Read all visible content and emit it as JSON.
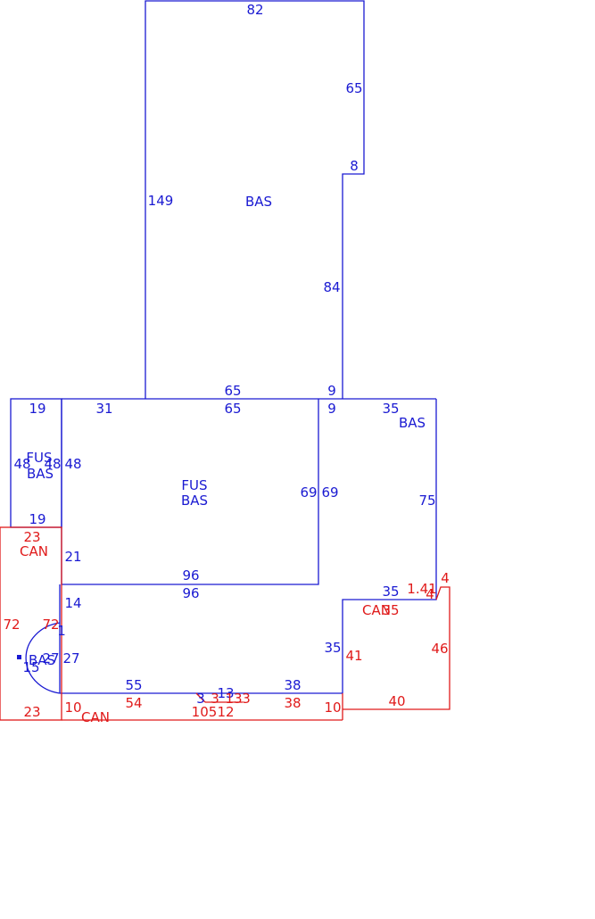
{
  "colors": {
    "bas": "#1a1ad2",
    "can": "#e01a1a"
  },
  "sketch": {
    "labels": [
      {
        "key": "t82",
        "text": "82",
        "color": "blue"
      },
      {
        "key": "t65a",
        "text": "65",
        "color": "blue"
      },
      {
        "key": "t8",
        "text": "8",
        "color": "blue"
      },
      {
        "key": "t149",
        "text": "149",
        "color": "blue"
      },
      {
        "key": "basMain",
        "text": "BAS",
        "color": "blue"
      },
      {
        "key": "t84",
        "text": "84",
        "color": "blue"
      },
      {
        "key": "t65b",
        "text": "65",
        "color": "blue"
      },
      {
        "key": "t9a",
        "text": "9",
        "color": "blue"
      },
      {
        "key": "t19a",
        "text": "19",
        "color": "blue"
      },
      {
        "key": "t31",
        "text": "31",
        "color": "blue"
      },
      {
        "key": "t65c",
        "text": "65",
        "color": "blue"
      },
      {
        "key": "t9b",
        "text": "9",
        "color": "blue"
      },
      {
        "key": "t35a",
        "text": "35",
        "color": "blue"
      },
      {
        "key": "basRight",
        "text": "BAS",
        "color": "blue"
      },
      {
        "key": "t48a",
        "text": "48",
        "color": "blue"
      },
      {
        "key": "fusLeft",
        "text": "FUS",
        "color": "blue"
      },
      {
        "key": "t48b",
        "text": "48",
        "color": "blue"
      },
      {
        "key": "basLeft",
        "text": "BAS",
        "color": "blue"
      },
      {
        "key": "t48c",
        "text": "48",
        "color": "blue"
      },
      {
        "key": "fusMid",
        "text": "FUS",
        "color": "blue"
      },
      {
        "key": "basMid",
        "text": "BAS",
        "color": "blue"
      },
      {
        "key": "t69a",
        "text": "69",
        "color": "blue"
      },
      {
        "key": "t69b",
        "text": "69",
        "color": "blue"
      },
      {
        "key": "t75",
        "text": "75",
        "color": "blue"
      },
      {
        "key": "t19b",
        "text": "19",
        "color": "blue"
      },
      {
        "key": "t23a",
        "text": "23",
        "color": "red"
      },
      {
        "key": "canLeft",
        "text": "CAN",
        "color": "red"
      },
      {
        "key": "t21",
        "text": "21",
        "color": "blue"
      },
      {
        "key": "t96a",
        "text": "96",
        "color": "blue"
      },
      {
        "key": "t96b",
        "text": "96",
        "color": "blue"
      },
      {
        "key": "t4a",
        "text": "4",
        "color": "red"
      },
      {
        "key": "t35b",
        "text": "35",
        "color": "blue"
      },
      {
        "key": "t141",
        "text": "1.41",
        "color": "red"
      },
      {
        "key": "t14",
        "text": "14",
        "color": "blue"
      },
      {
        "key": "canRight",
        "text": "CAN",
        "color": "red"
      },
      {
        "key": "t35c",
        "text": "35",
        "color": "red"
      },
      {
        "key": "t4b",
        "text": "4",
        "color": "red"
      },
      {
        "key": "t72a",
        "text": "72",
        "color": "red"
      },
      {
        "key": "t72b",
        "text": "72",
        "color": "red"
      },
      {
        "key": "t1",
        "text": "1",
        "color": "blue"
      },
      {
        "key": "t46",
        "text": "46",
        "color": "red"
      },
      {
        "key": "t35d",
        "text": "35",
        "color": "blue"
      },
      {
        "key": "t41",
        "text": "41",
        "color": "red"
      },
      {
        "key": "basSmall",
        "text": "BAS",
        "color": "blue"
      },
      {
        "key": "t27a",
        "text": "27",
        "color": "blue"
      },
      {
        "key": "t27b",
        "text": "27",
        "color": "blue"
      },
      {
        "key": "t15",
        "text": "15",
        "color": "blue"
      },
      {
        "key": "t55",
        "text": "55",
        "color": "blue"
      },
      {
        "key": "t38a",
        "text": "38",
        "color": "blue"
      },
      {
        "key": "t13",
        "text": "13",
        "color": "blue"
      },
      {
        "key": "t3a",
        "text": "3",
        "color": "blue"
      },
      {
        "key": "t3b",
        "text": "3",
        "color": "red"
      },
      {
        "key": "t13r",
        "text": "13",
        "color": "red"
      },
      {
        "key": "t3c",
        "text": "3",
        "color": "red"
      },
      {
        "key": "t40",
        "text": "40",
        "color": "red"
      },
      {
        "key": "t54",
        "text": "54",
        "color": "red"
      },
      {
        "key": "t38b",
        "text": "38",
        "color": "red"
      },
      {
        "key": "t23b",
        "text": "23",
        "color": "red"
      },
      {
        "key": "t10a",
        "text": "10",
        "color": "red"
      },
      {
        "key": "t105",
        "text": "105",
        "color": "red"
      },
      {
        "key": "t12",
        "text": "12",
        "color": "red"
      },
      {
        "key": "t10b",
        "text": "10",
        "color": "red"
      },
      {
        "key": "canBottom",
        "text": "CAN",
        "color": "red"
      }
    ]
  }
}
